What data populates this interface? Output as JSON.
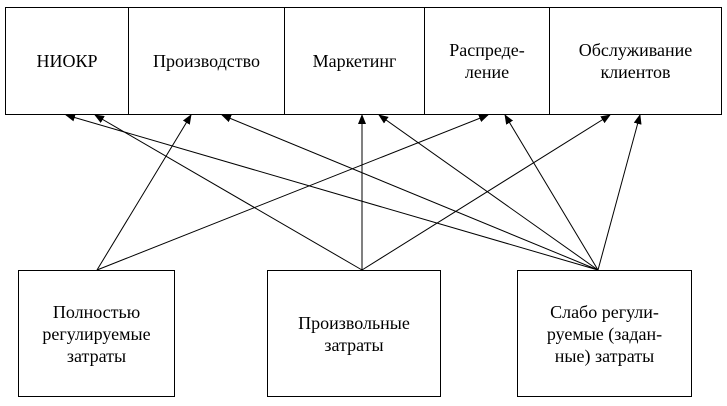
{
  "functions": [
    {
      "id": "rnd",
      "label": "НИОКР"
    },
    {
      "id": "production",
      "label": "Производство"
    },
    {
      "id": "marketing",
      "label": "Маркетинг"
    },
    {
      "id": "distribution",
      "label": "Распреде-\nление"
    },
    {
      "id": "service",
      "label": "Обслуживание\nклиентов"
    }
  ],
  "cost_types": [
    {
      "id": "full",
      "label": "Полностью\nрегулируемые\nзатраты"
    },
    {
      "id": "discretionary",
      "label": "Произвольные\nзатраты"
    },
    {
      "id": "weak",
      "label": "Слабо регули-\nруемые (задан-\nные) затраты"
    }
  ],
  "links": [
    {
      "from": "full",
      "to": "production"
    },
    {
      "from": "full",
      "to": "distribution"
    },
    {
      "from": "discretionary",
      "to": "rnd"
    },
    {
      "from": "discretionary",
      "to": "marketing"
    },
    {
      "from": "discretionary",
      "to": "service"
    },
    {
      "from": "weak",
      "to": "rnd"
    },
    {
      "from": "weak",
      "to": "production"
    },
    {
      "from": "weak",
      "to": "marketing"
    },
    {
      "from": "weak",
      "to": "distribution"
    },
    {
      "from": "weak",
      "to": "service"
    }
  ]
}
